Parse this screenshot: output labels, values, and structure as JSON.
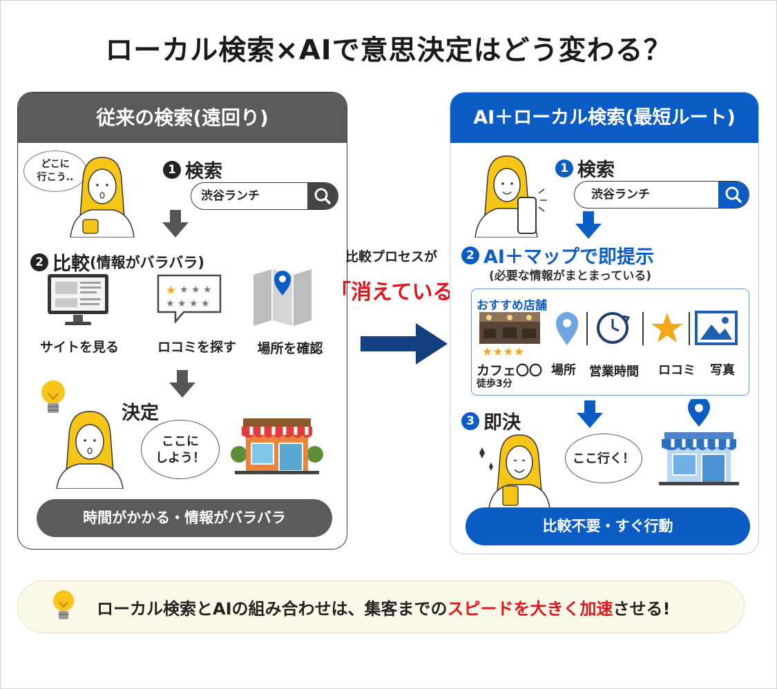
{
  "title": "ローカル検索×AIで意思決定はどう変わる？",
  "left_panel": {
    "header": "従来の検索(遠回り)",
    "thought_bubble": [
      "どこに",
      "行こう.."
    ],
    "step1": {
      "num": "1",
      "label": "検索"
    },
    "search_text": "渋谷ランチ",
    "step2": {
      "num": "2",
      "label": "比較",
      "sub": "(情報がバラバラ)"
    },
    "compare_items": [
      "サイトを見る",
      "ロコミを探す",
      "場所を確認"
    ],
    "decision_label": "決定",
    "speech_bubble": [
      "ここに",
      "しよう！"
    ],
    "bottom": "時間がかかる・情報がバラバラ"
  },
  "middle": {
    "caption": "比較プロセスが",
    "highlight": "「消えている」"
  },
  "right_panel": {
    "header": "AI＋ローカル検索(最短ルート)",
    "step1": {
      "num": "1",
      "label": "検索"
    },
    "search_text": "渋谷ランチ",
    "step2": {
      "num": "2",
      "label": "AI＋マップで即提示",
      "sub": "(必要な情報がまとまっている)"
    },
    "card": {
      "title": "おすすめ店舗",
      "stars": "★★★★",
      "shop_name": "カフェ〇〇",
      "walk": "徒歩3分",
      "items": [
        "場所",
        "営業時間",
        "ロコミ",
        "写真"
      ]
    },
    "step3": {
      "num": "3",
      "label": "即決"
    },
    "speech_bubble": "ここ行く！",
    "bottom": "比較不要・すぐ行動"
  },
  "footer": {
    "text_before": "ローカル検索とAIの組み合わせは、集客までの",
    "text_highlight": "スピードを大きく加速",
    "text_after": "させる!"
  },
  "colors": {
    "blue": "#0b5cc4",
    "dark_gray": "#5b5b5b",
    "red": "#e0141c",
    "star": "#f3a71c"
  }
}
